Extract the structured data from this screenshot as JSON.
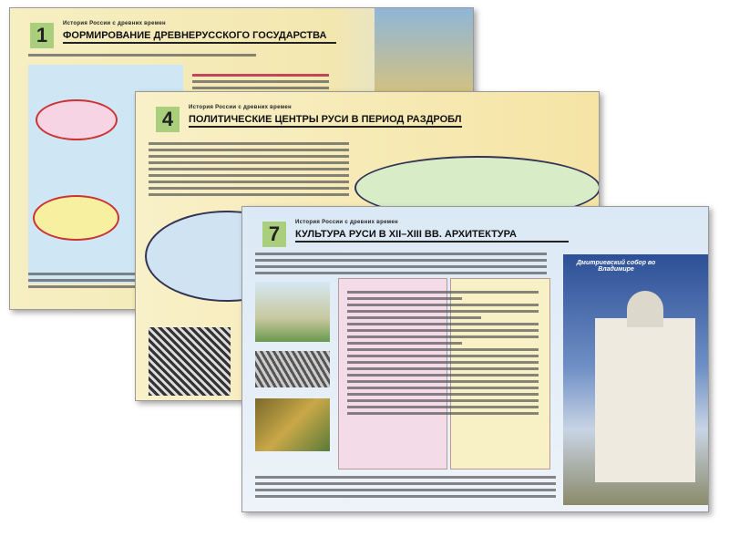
{
  "posters": [
    {
      "number": "1",
      "series": "История России с древних времен",
      "title": "Формирование древнерусского государства"
    },
    {
      "number": "4",
      "series": "История России с древних времен",
      "title": "Политические центры Руси в период раздробленности"
    },
    {
      "number": "7",
      "series": "История России с древних времен",
      "title": "Культура Руси в XII–XIII вв. Архитектура",
      "photo_caption": "Дмитриевский собор во Владимире"
    }
  ]
}
